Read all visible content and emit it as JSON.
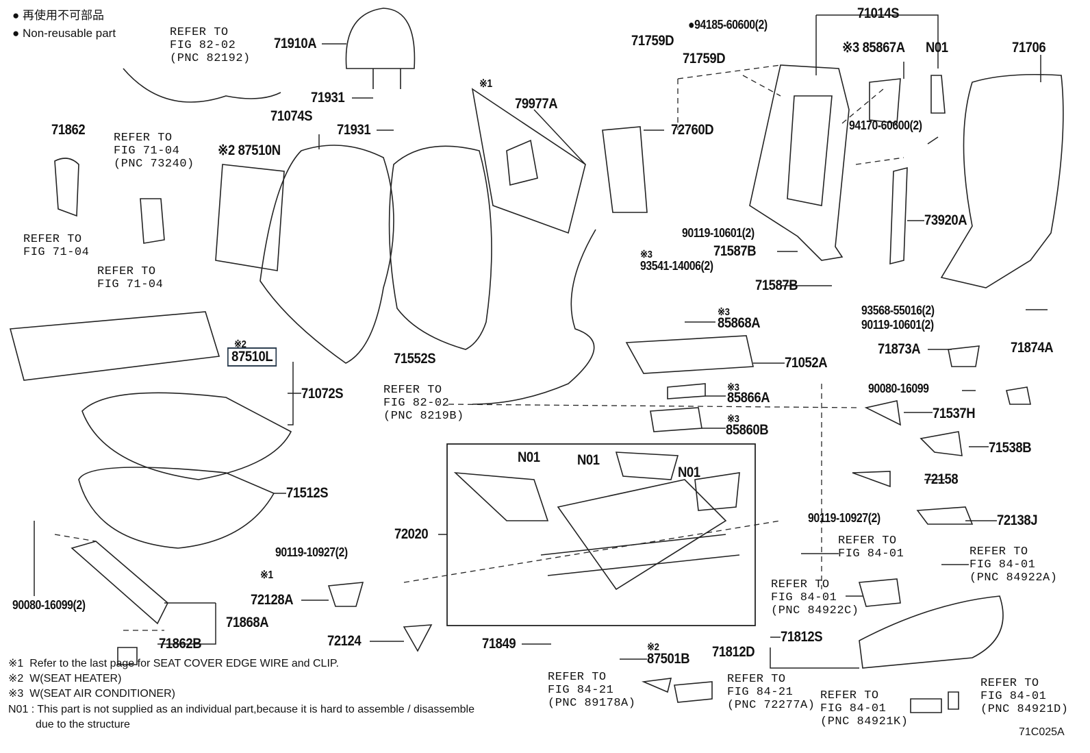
{
  "legend": {
    "jp": "● 再使用不可部品",
    "en": "● Non-reusable part"
  },
  "labels": {
    "71910A": "71910A",
    "71931a": "71931",
    "71931b": "71931",
    "71074S": "71074S",
    "79977A": "79977A",
    "71862": "71862",
    "87510N": "※2 87510N",
    "71552S": "71552S",
    "87510L_mark": "※2",
    "87510L": "87510L",
    "71072S": "71072S",
    "71512S": "71512S",
    "90080_16099_2": "90080-16099(2)",
    "71868A": "71868A",
    "71862B": "71862B",
    "note1_mark_a": "※1",
    "note1_mark_b": "※1",
    "72128A": "72128A",
    "72124": "72124",
    "90119_10927_2a": "90119-10927(2)",
    "72020": "72020",
    "N01a": "N01",
    "N01b": "N01",
    "N01c": "N01",
    "71849": "71849",
    "87501B_mark": "※2",
    "87501B": "87501B",
    "71812D": "71812D",
    "71812S": "71812S",
    "90119_10927_2b": "90119-10927(2)",
    "72138J": "72138J",
    "72158": "72158",
    "71538B": "71538B",
    "71537H": "71537H",
    "90080_16099": "90080-16099",
    "71873A": "71873A",
    "71874A": "71874A",
    "71052A": "71052A",
    "85866A_mark": "※3",
    "85866A": "85866A",
    "85860B_mark": "※3",
    "85860B": "85860B",
    "85868A_mark": "※3",
    "85868A": "85868A",
    "93541_mark": "※3",
    "93541": "93541-14006(2)",
    "71587Ba": "71587B",
    "71587Bb": "71587B",
    "90119_10601_2a": "90119-10601(2)",
    "90119_10601_2b": "90119-10601(2)",
    "73920A": "73920A",
    "93568": "93568-55016(2)",
    "94170": "94170-60600(2)",
    "72760D": "72760D",
    "71759Da": "71759D",
    "71759Db": "71759D",
    "94185": "●94185-60600(2)",
    "71014S": "71014S",
    "85867A": "※3 85867A",
    "N01d": "N01",
    "71706": "71706",
    "figcode": "71C025A"
  },
  "refs": {
    "r82192": "REFER TO\nFIG 82-02\n(PNC 82192)",
    "r73240": "REFER TO\nFIG 71-04\n(PNC 73240)",
    "r7104a": "REFER TO\nFIG 71-04",
    "r7104b": "REFER TO\nFIG 71-04",
    "r8219B": "REFER TO\nFIG 82-02\n(PNC 8219B)",
    "r89178A": "REFER TO\nFIG 84-21\n(PNC 89178A)",
    "r72277A": "REFER TO\nFIG 84-21\n(PNC 72277A)",
    "r84921K": "REFER TO\nFIG 84-01\n(PNC 84921K)",
    "r84921D": "REFER TO\nFIG 84-01\n(PNC 84921D)",
    "r84922C": "REFER TO\nFIG 84-01\n(PNC 84922C)",
    "r84922A": "REFER TO\nFIG 84-01\n(PNC 84922A)",
    "r8401": "REFER TO\nFIG 84-01"
  },
  "notes": [
    "※1  Refer to the last page for SEAT COVER EDGE WIRE and CLIP.",
    "※2  W(SEAT HEATER)",
    "※3  W(SEAT AIR CONDITIONER)",
    "N01 : This part is not supplied as an individual part,because it is hard to assemble / disassemble\n         due to the structure"
  ]
}
